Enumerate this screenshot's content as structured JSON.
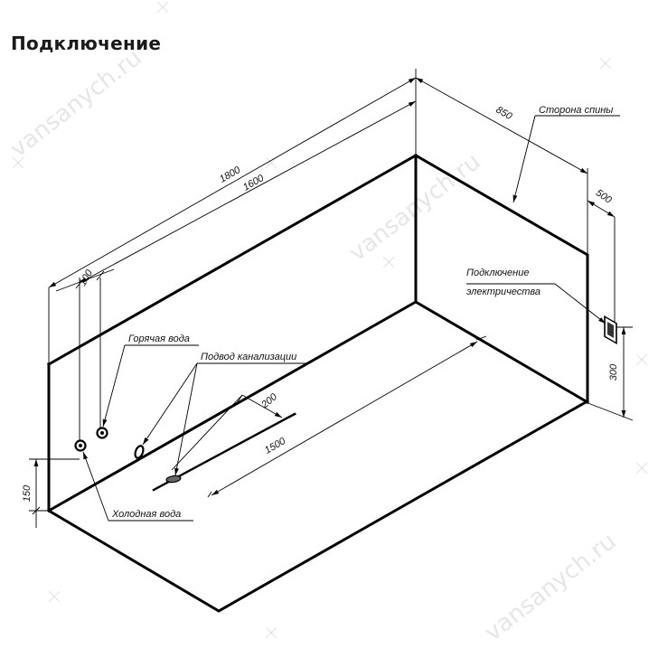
{
  "title": "Подключение",
  "watermark": "vansanych.ru",
  "dimensions": {
    "length_total": "1800",
    "length_inner": "1600",
    "width": "850",
    "back_offset": "500",
    "height_elec": "300",
    "pipe_spacing": "100",
    "inlet_height": "150",
    "drain_offset": "200",
    "drain_length": "1500"
  },
  "labels": {
    "back_side": "Сторона спины",
    "electric_line1": "Подключение",
    "electric_line2": "электричества",
    "hot_water": "Горячая вода",
    "drain": "Подвод канализации",
    "cold_water": "Холодная вода"
  }
}
